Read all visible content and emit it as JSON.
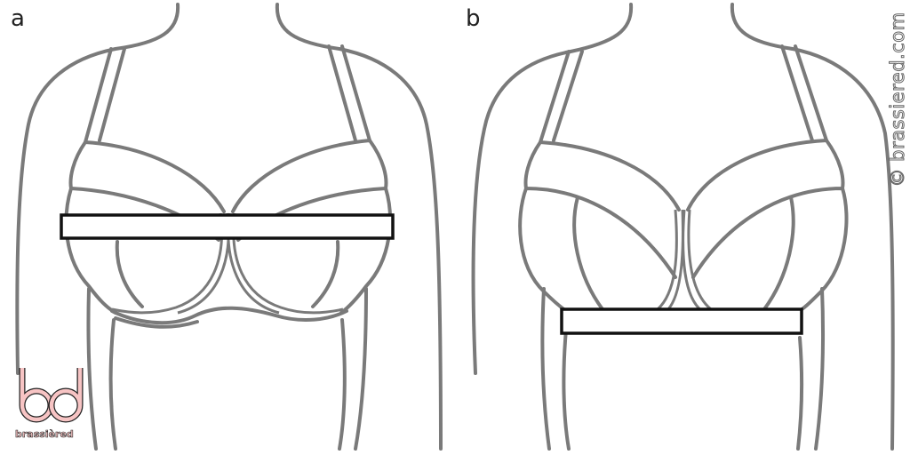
{
  "panels": [
    {
      "label": "a"
    },
    {
      "label": "b"
    }
  ],
  "watermark": "© brassiered.com",
  "logo": {
    "letters": "bd",
    "text": "brassièred",
    "fill": "#f7c4c4"
  },
  "colors": {
    "outline": "#7a7a7a",
    "box": "#111111"
  }
}
